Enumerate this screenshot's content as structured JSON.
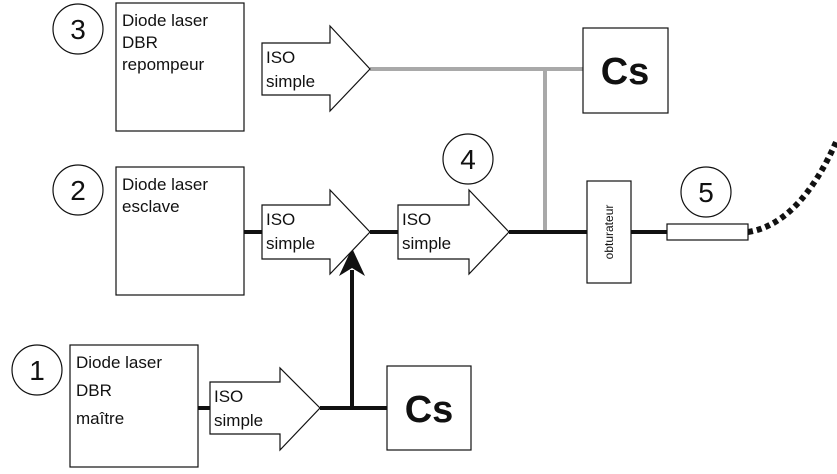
{
  "numbers": [
    "1",
    "2",
    "3",
    "4",
    "5"
  ],
  "lasers": {
    "master": {
      "line1": "Diode laser",
      "line2": "DBR",
      "line3": "maître"
    },
    "slave": {
      "line1": "Diode laser",
      "line2": "esclave"
    },
    "repump": {
      "line1": "Diode laser",
      "line2": "DBR",
      "line3": "repompeur"
    }
  },
  "iso": {
    "line1": "ISO",
    "line2": "simple"
  },
  "cs_label": "Cs",
  "shutter_label": "obturateur",
  "colors": {
    "beam_main": "#111111",
    "beam_repump": "#a9a9a9"
  }
}
